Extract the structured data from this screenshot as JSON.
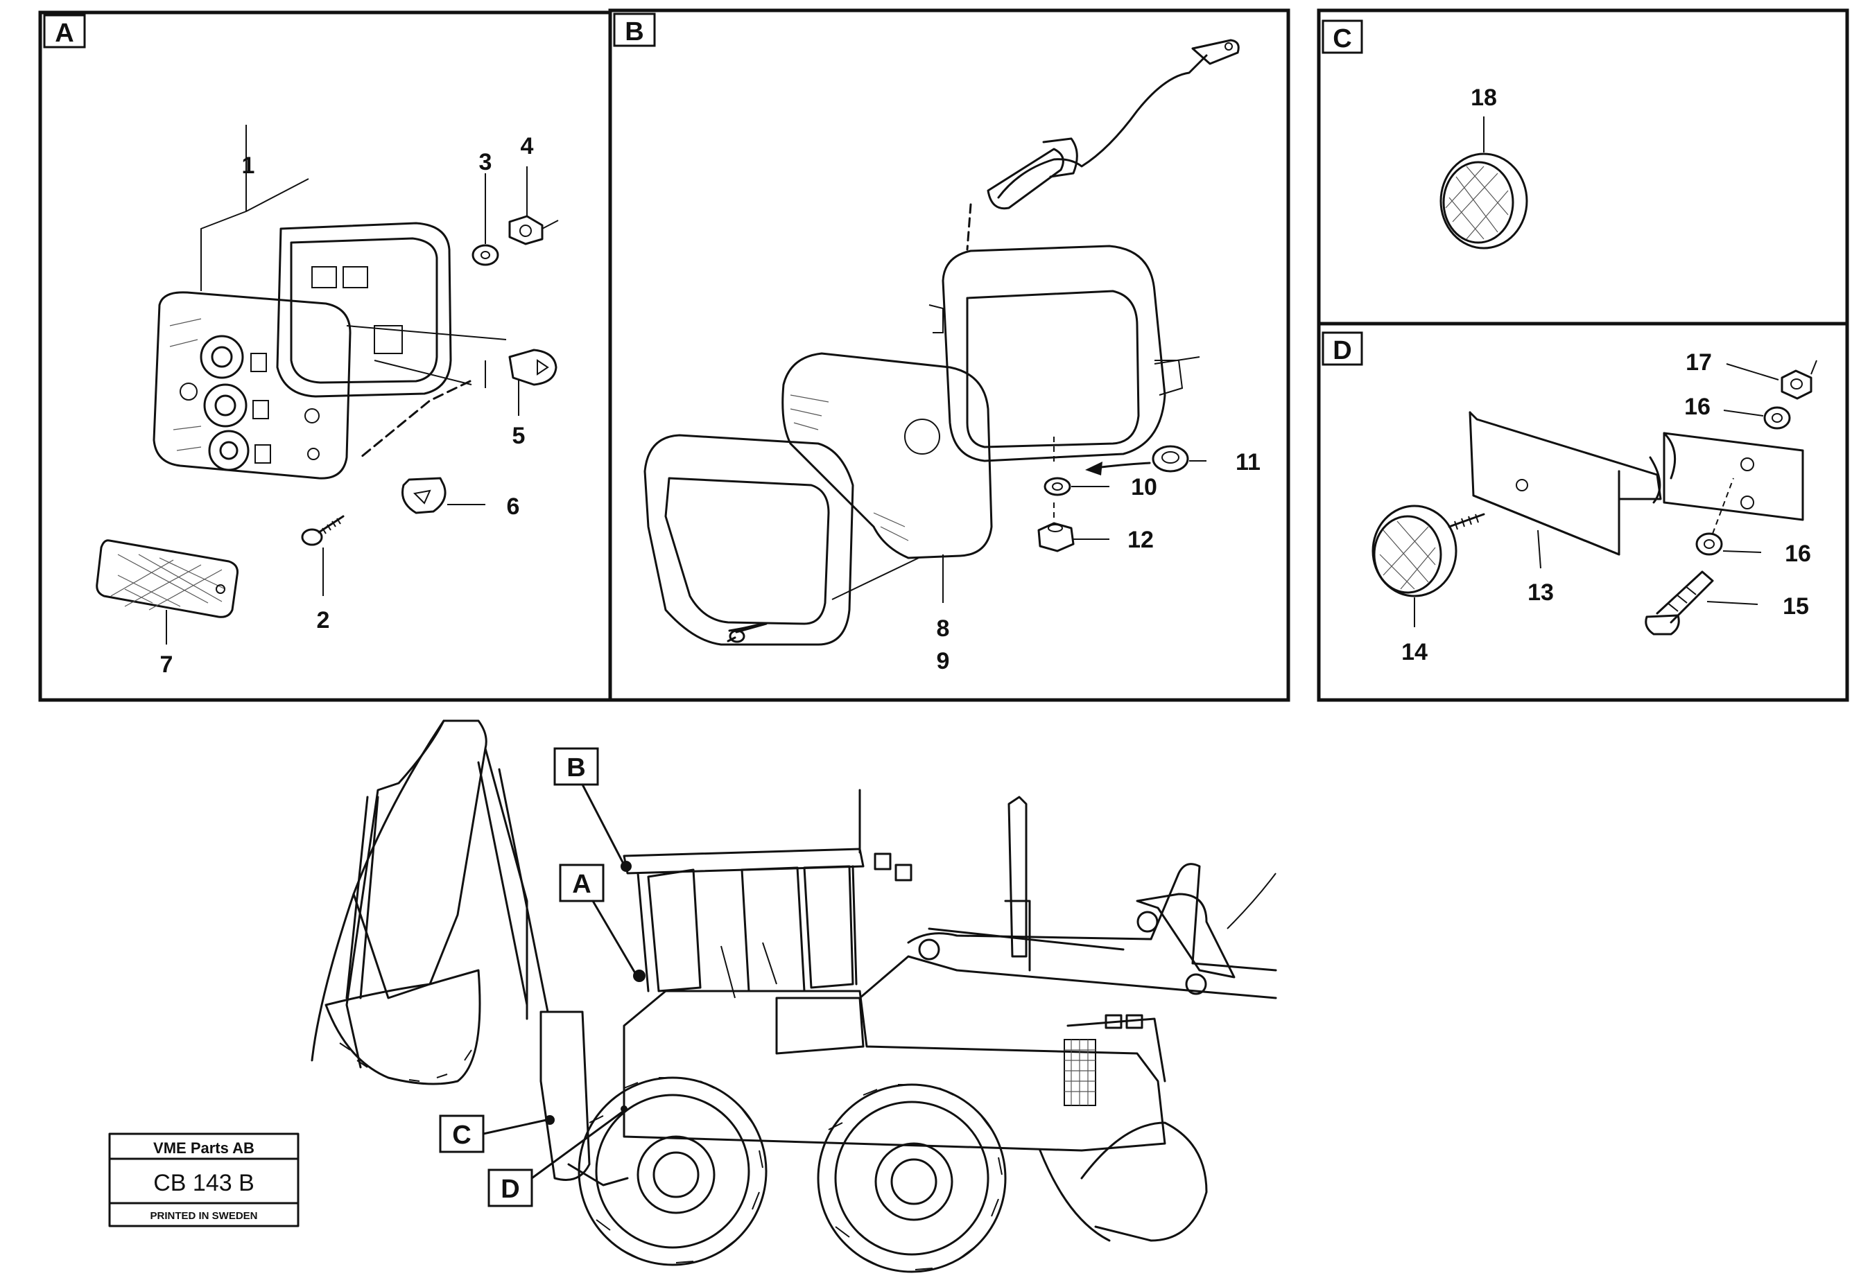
{
  "panels": {
    "a": {
      "label": "A"
    },
    "b": {
      "label": "B"
    },
    "c": {
      "label": "C"
    },
    "d": {
      "label": "D"
    }
  },
  "callouts": {
    "p1": "1",
    "p2": "2",
    "p3": "3",
    "p4": "4",
    "p5": "5",
    "p6": "6",
    "p7": "7",
    "p8": "8",
    "p9": "9",
    "p10": "10",
    "p11": "11",
    "p12": "12",
    "p13": "13",
    "p14": "14",
    "p15": "15",
    "p16a": "16",
    "p16b": "16",
    "p17": "17",
    "p18": "18"
  },
  "machine_markers": {
    "a": "A",
    "b": "B",
    "c": "C",
    "d": "D"
  },
  "title_block": {
    "company": "VME Parts AB",
    "code": "CB 143 B",
    "printed": "PRINTED IN SWEDEN"
  }
}
